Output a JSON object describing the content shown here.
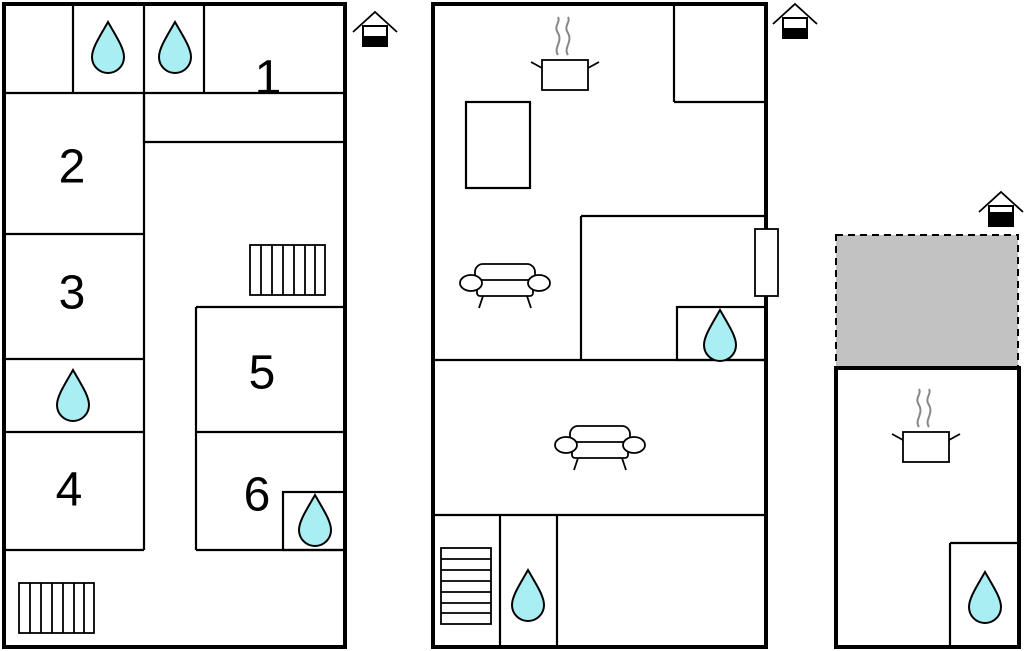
{
  "plans": [
    {
      "name": "floor-plan-left",
      "room_numbers": [
        "1",
        "2",
        "3",
        "4",
        "5",
        "6"
      ]
    },
    {
      "name": "floor-plan-middle"
    },
    {
      "name": "floor-plan-right"
    }
  ],
  "icons": [
    "house-level-icon",
    "water-drop-icon",
    "stairs-icon",
    "cooking-pot-icon",
    "sofa-icon"
  ],
  "colors": {
    "wall": "#000000",
    "water": "#a8eef2",
    "terrace": "#c2c2c2",
    "steam": "#888888",
    "background": "#ffffff"
  }
}
